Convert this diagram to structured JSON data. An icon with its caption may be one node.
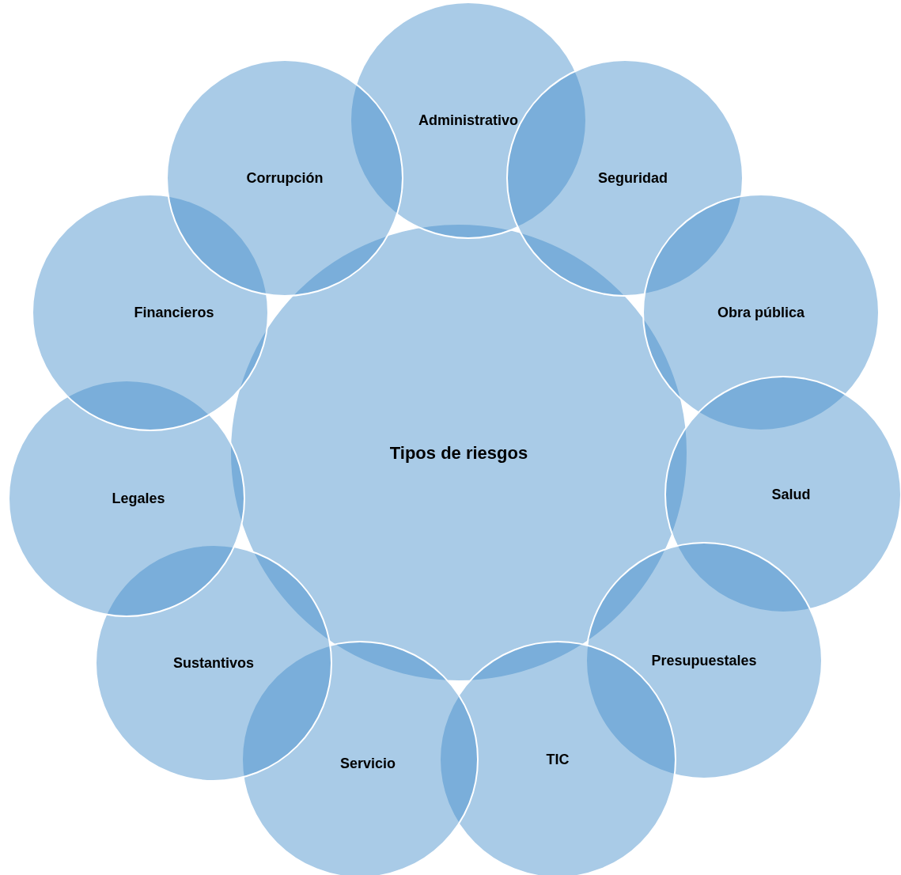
{
  "diagram": {
    "nodes": [
      {
        "text": [
          "Tipos de riesgos"
        ]
      },
      {
        "text": [
          "Administrativo"
        ]
      },
      {
        "text": [
          "Seguridad"
        ]
      },
      {
        "text": [
          "Obra pública"
        ]
      },
      {
        "text": [
          "Salud"
        ]
      },
      {
        "text": [
          "Presupuestales"
        ]
      },
      {
        "text": [
          "TIC"
        ]
      },
      {
        "text": [
          "Servicio"
        ]
      },
      {
        "text": [
          "Sustantivos"
        ]
      },
      {
        "text": [
          "Legales"
        ]
      },
      {
        "text": [
          "Financieros"
        ]
      },
      {
        "text": [
          "Corrupción"
        ]
      }
    ]
  }
}
